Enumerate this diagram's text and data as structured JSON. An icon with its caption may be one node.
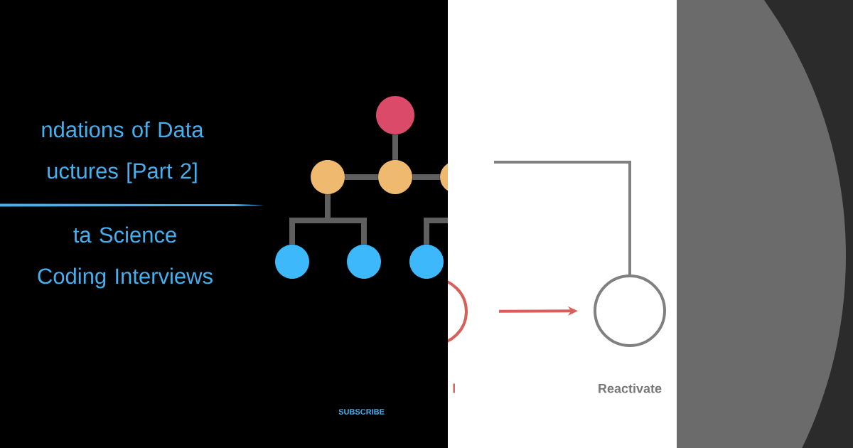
{
  "diagram": {
    "title": "ndations of Data uctures [Part 2]",
    "nodes": [
      {
        "text": [],
        "shape": "circle"
      },
      {
        "text": [],
        "shape": "circle"
      },
      {
        "text": [],
        "shape": "circle"
      },
      {
        "text": [],
        "shape": "circle"
      },
      {
        "text": [],
        "shape": "circle"
      },
      {
        "text": [],
        "shape": "circle"
      },
      {
        "text": [],
        "shape": "circle"
      },
      {
        "text": [],
        "shape": "circle",
        "beside": [
          "l"
        ]
      },
      {
        "text": [],
        "shape": "circle",
        "beside": [
          "Reactivate"
        ]
      }
    ],
    "edges": [
      {
        "from": 0,
        "to": 2,
        "arrow": "none"
      },
      {
        "from": 2,
        "to": 1,
        "arrow": "none"
      },
      {
        "from": 2,
        "to": 3,
        "arrow": "none"
      },
      {
        "from": 1,
        "to": 4,
        "arrow": "none"
      },
      {
        "from": 1,
        "to": 5,
        "arrow": "none"
      },
      {
        "from": null,
        "to": 6,
        "arrow": "none"
      },
      {
        "from": null,
        "to": 8,
        "arrow": "none"
      },
      {
        "from": 7,
        "to": 8,
        "arrow": "to",
        "color": "#d95f5a"
      }
    ],
    "labels": [
      "ta Science Coding Interviews",
      "SUBSCRIBE"
    ]
  }
}
